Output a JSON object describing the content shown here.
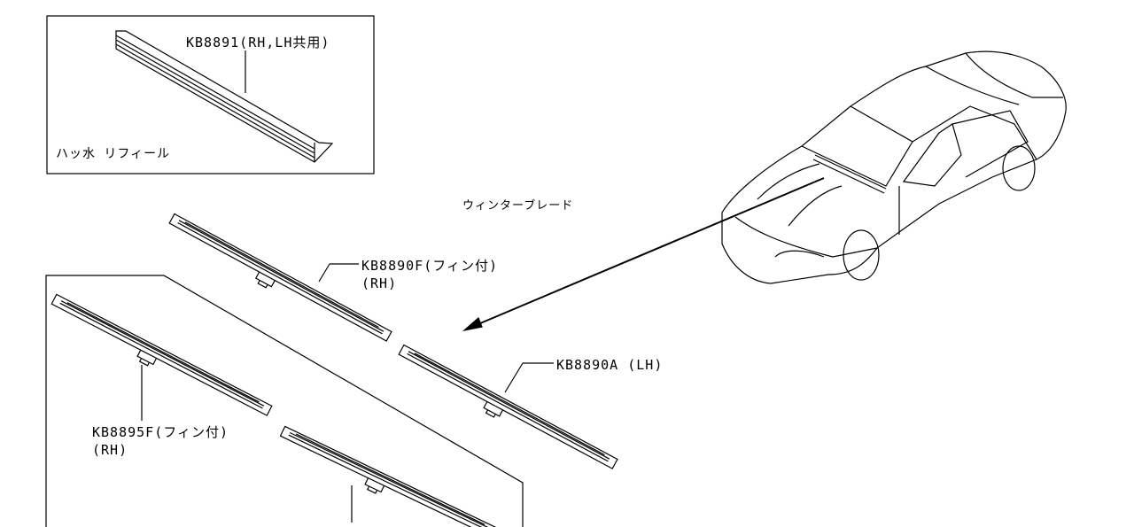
{
  "refill_box": {
    "part_label": "KB8891(RH,LH共用)",
    "caption": "ハッ水 リフィール"
  },
  "section_title": "ウィンターブレード",
  "parts": [
    {
      "label": "KB8890F(フィン付)",
      "side": "(RH)"
    },
    {
      "label": "KB8890A (LH)"
    },
    {
      "label": "KB8895F(フィン付)",
      "side": "(RH)"
    }
  ],
  "colors": {
    "line": "#000000",
    "background": "#ffffff"
  }
}
